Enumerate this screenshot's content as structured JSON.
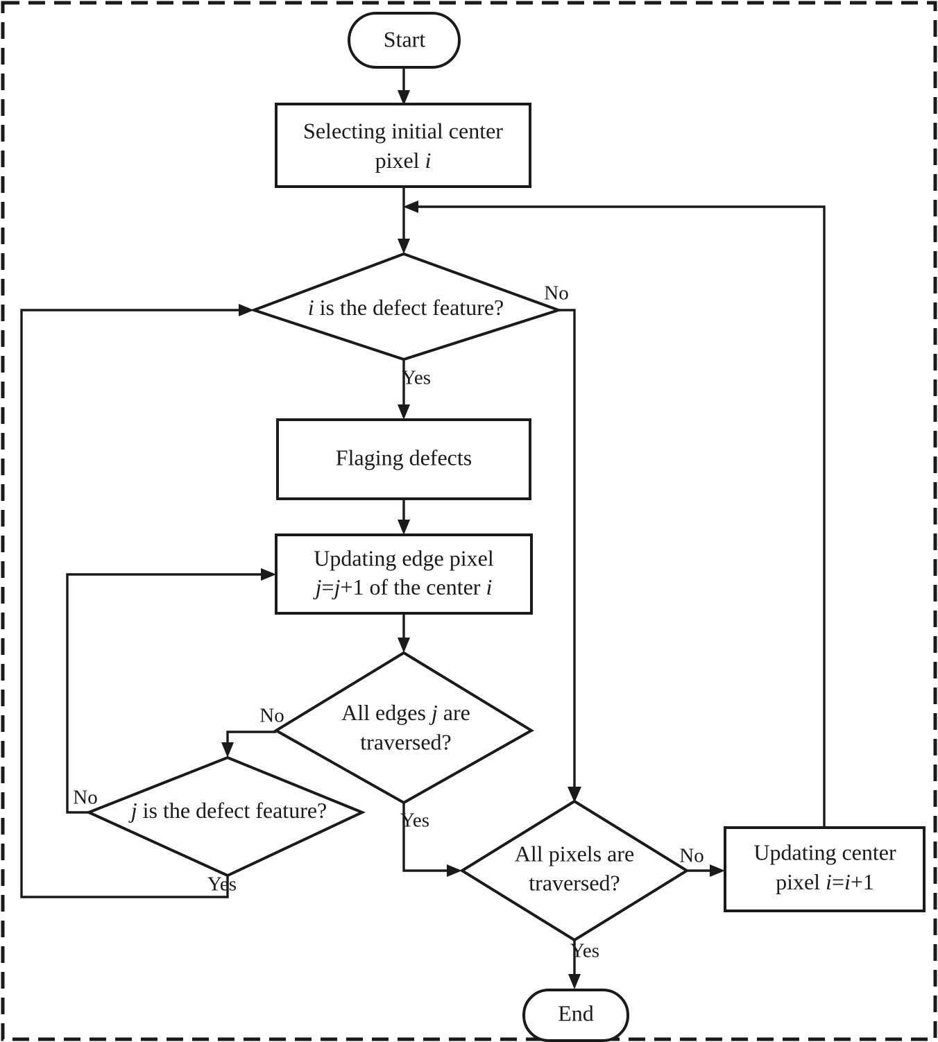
{
  "diagram": {
    "title": "Defect detection flowchart",
    "type": "flowchart",
    "stroke_color": "#1a1a1a",
    "background_color": "#ffffff",
    "border_style": "dashed"
  },
  "nodes": {
    "start": {
      "id": "start",
      "shape": "terminator",
      "label": "Start"
    },
    "select_center": {
      "id": "select_center",
      "shape": "process",
      "line1": "Selecting initial center",
      "line2_pre": "pixel ",
      "line2_it": "i"
    },
    "decide_i_defect": {
      "id": "decide_i_defect",
      "shape": "decision",
      "pre": "",
      "it": "i",
      "post": " is the defect feature?"
    },
    "flag_defects": {
      "id": "flag_defects",
      "shape": "process",
      "label": "Flaging defects"
    },
    "update_edge": {
      "id": "update_edge",
      "shape": "process",
      "line1": "Updating edge pixel",
      "line2_it1": "j",
      "line2_mid": "=",
      "line2_it2": "j",
      "line2_post": "+1 of the center ",
      "line2_it3": "i"
    },
    "decide_all_edges": {
      "id": "decide_all_edges",
      "shape": "decision",
      "line1_pre": "All edges ",
      "line1_it": "j",
      "line1_post": " are",
      "line2": "traversed?"
    },
    "decide_j_defect": {
      "id": "decide_j_defect",
      "shape": "decision",
      "it": "j",
      "post": " is the defect feature?"
    },
    "decide_all_pixels": {
      "id": "decide_all_pixels",
      "shape": "decision",
      "line1": "All pixels are",
      "line2": "traversed?"
    },
    "update_center": {
      "id": "update_center",
      "shape": "process",
      "line1": "Updating center",
      "line2_pre": "pixel ",
      "line2_it1": "i",
      "line2_mid": "=",
      "line2_it2": "i",
      "line2_post": "+1"
    },
    "end": {
      "id": "end",
      "shape": "terminator",
      "label": "End"
    }
  },
  "edge_labels": {
    "i_defect_no": "No",
    "i_defect_yes": "Yes",
    "all_edges_no": "No",
    "all_edges_yes": "Yes",
    "j_defect_no": "No",
    "j_defect_yes": "Yes",
    "all_pixels_no": "No",
    "all_pixels_yes": "Yes"
  }
}
